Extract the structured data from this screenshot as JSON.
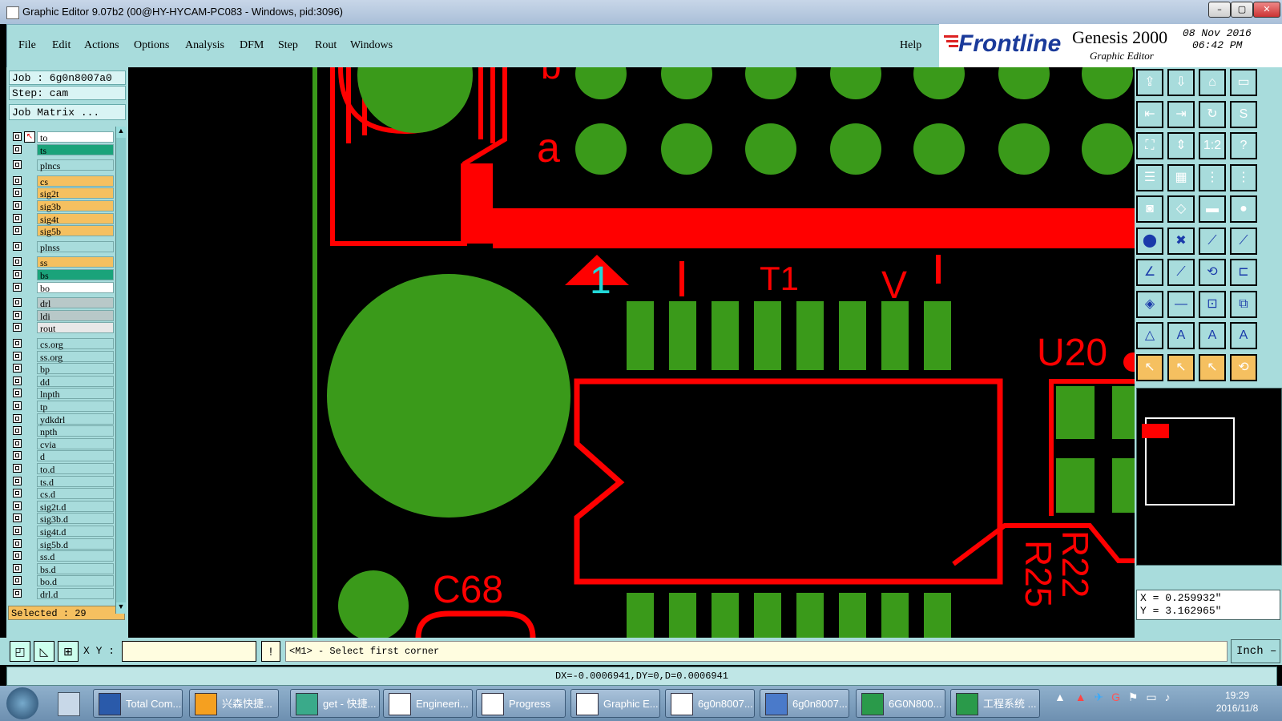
{
  "window": {
    "title": "Graphic Editor 9.07b2 (00@HY-HYCAM-PC083 - Windows, pid:3096)",
    "min": "–",
    "max": "▢",
    "close": "✕"
  },
  "menu": {
    "items": [
      "File",
      "Edit",
      "Actions",
      "Options",
      "Analysis",
      "DFM",
      "Step",
      "Rout",
      "Windows"
    ],
    "help": "Help"
  },
  "brand": {
    "logo": "Frontline",
    "product": "Genesis 2000",
    "subtitle": "Graphic Editor",
    "date": "08 Nov 2016",
    "time": "06:42 PM"
  },
  "job": {
    "job_label": "Job  :  6g0n8007a0",
    "step_label": "Step: cam",
    "matrix_button": "Job Matrix ..."
  },
  "layers": [
    {
      "name": "to",
      "color": "#ffffff"
    },
    {
      "name": "ts",
      "color": "#1aa37a"
    },
    {
      "name": "plncs",
      "color": "#a8dcdc"
    },
    {
      "name": "cs",
      "color": "#f5c060"
    },
    {
      "name": "sig2t",
      "color": "#f5c060"
    },
    {
      "name": "sig3b",
      "color": "#f5c060"
    },
    {
      "name": "sig4t",
      "color": "#f5c060"
    },
    {
      "name": "sig5b",
      "color": "#f5c060"
    },
    {
      "name": "plnss",
      "color": "#a8dcdc"
    },
    {
      "name": "ss",
      "color": "#f5c060"
    },
    {
      "name": "bs",
      "color": "#1aa37a"
    },
    {
      "name": "bo",
      "color": "#ffffff"
    },
    {
      "name": "drl",
      "color": "#b8c8c8"
    },
    {
      "name": "ldi",
      "color": "#b8c8c8"
    },
    {
      "name": "rout",
      "color": "#e8e8e8"
    },
    {
      "name": "cs.org",
      "color": "#a8dcdc"
    },
    {
      "name": "ss.org",
      "color": "#a8dcdc"
    },
    {
      "name": "bp",
      "color": "#a8dcdc"
    },
    {
      "name": "dd",
      "color": "#a8dcdc"
    },
    {
      "name": "lnpth",
      "color": "#a8dcdc"
    },
    {
      "name": "tp",
      "color": "#a8dcdc"
    },
    {
      "name": "ydkdrl",
      "color": "#a8dcdc"
    },
    {
      "name": "npth",
      "color": "#a8dcdc"
    },
    {
      "name": "cvia",
      "color": "#a8dcdc"
    },
    {
      "name": "d",
      "color": "#a8dcdc"
    },
    {
      "name": "to.d",
      "color": "#a8dcdc"
    },
    {
      "name": "ts.d",
      "color": "#a8dcdc"
    },
    {
      "name": "cs.d",
      "color": "#a8dcdc"
    },
    {
      "name": "sig2t.d",
      "color": "#a8dcdc"
    },
    {
      "name": "sig3b.d",
      "color": "#a8dcdc"
    },
    {
      "name": "sig4t.d",
      "color": "#a8dcdc"
    },
    {
      "name": "sig5b.d",
      "color": "#a8dcdc"
    },
    {
      "name": "ss.d",
      "color": "#a8dcdc"
    },
    {
      "name": "bs.d",
      "color": "#a8dcdc"
    },
    {
      "name": "bo.d",
      "color": "#a8dcdc"
    },
    {
      "name": "drl.d",
      "color": "#a8dcdc"
    }
  ],
  "selected": "Selected : 29",
  "canvas_labels": {
    "t1": "T1",
    "u20": "U20",
    "c68": "C68",
    "r22": "R22",
    "r25": "R25",
    "pin1": "1",
    "a": "a"
  },
  "coords": {
    "x": "X = 0.259932\"",
    "y": "Y = 3.162965\""
  },
  "command": {
    "xy_label": "X Y :",
    "xy_value": "",
    "prompt": "<M1> - Select first corner",
    "units": "Inch"
  },
  "status": "DX=-0.0006941,DY=0,D=0.0006941",
  "taskbar": {
    "tasks": [
      "Total Com...",
      "兴森快捷...",
      "get - 快捷...",
      "Engineeri...",
      "Progress",
      "Graphic E...",
      "6g0n8007...",
      "6g0n8007...",
      "6G0N800...",
      "工程系统 ..."
    ],
    "time": "19:29",
    "date": "2016/11/8"
  },
  "colors": {
    "red": "#ff0000",
    "green": "#3a9a1a",
    "panel": "#a8dcdc"
  }
}
